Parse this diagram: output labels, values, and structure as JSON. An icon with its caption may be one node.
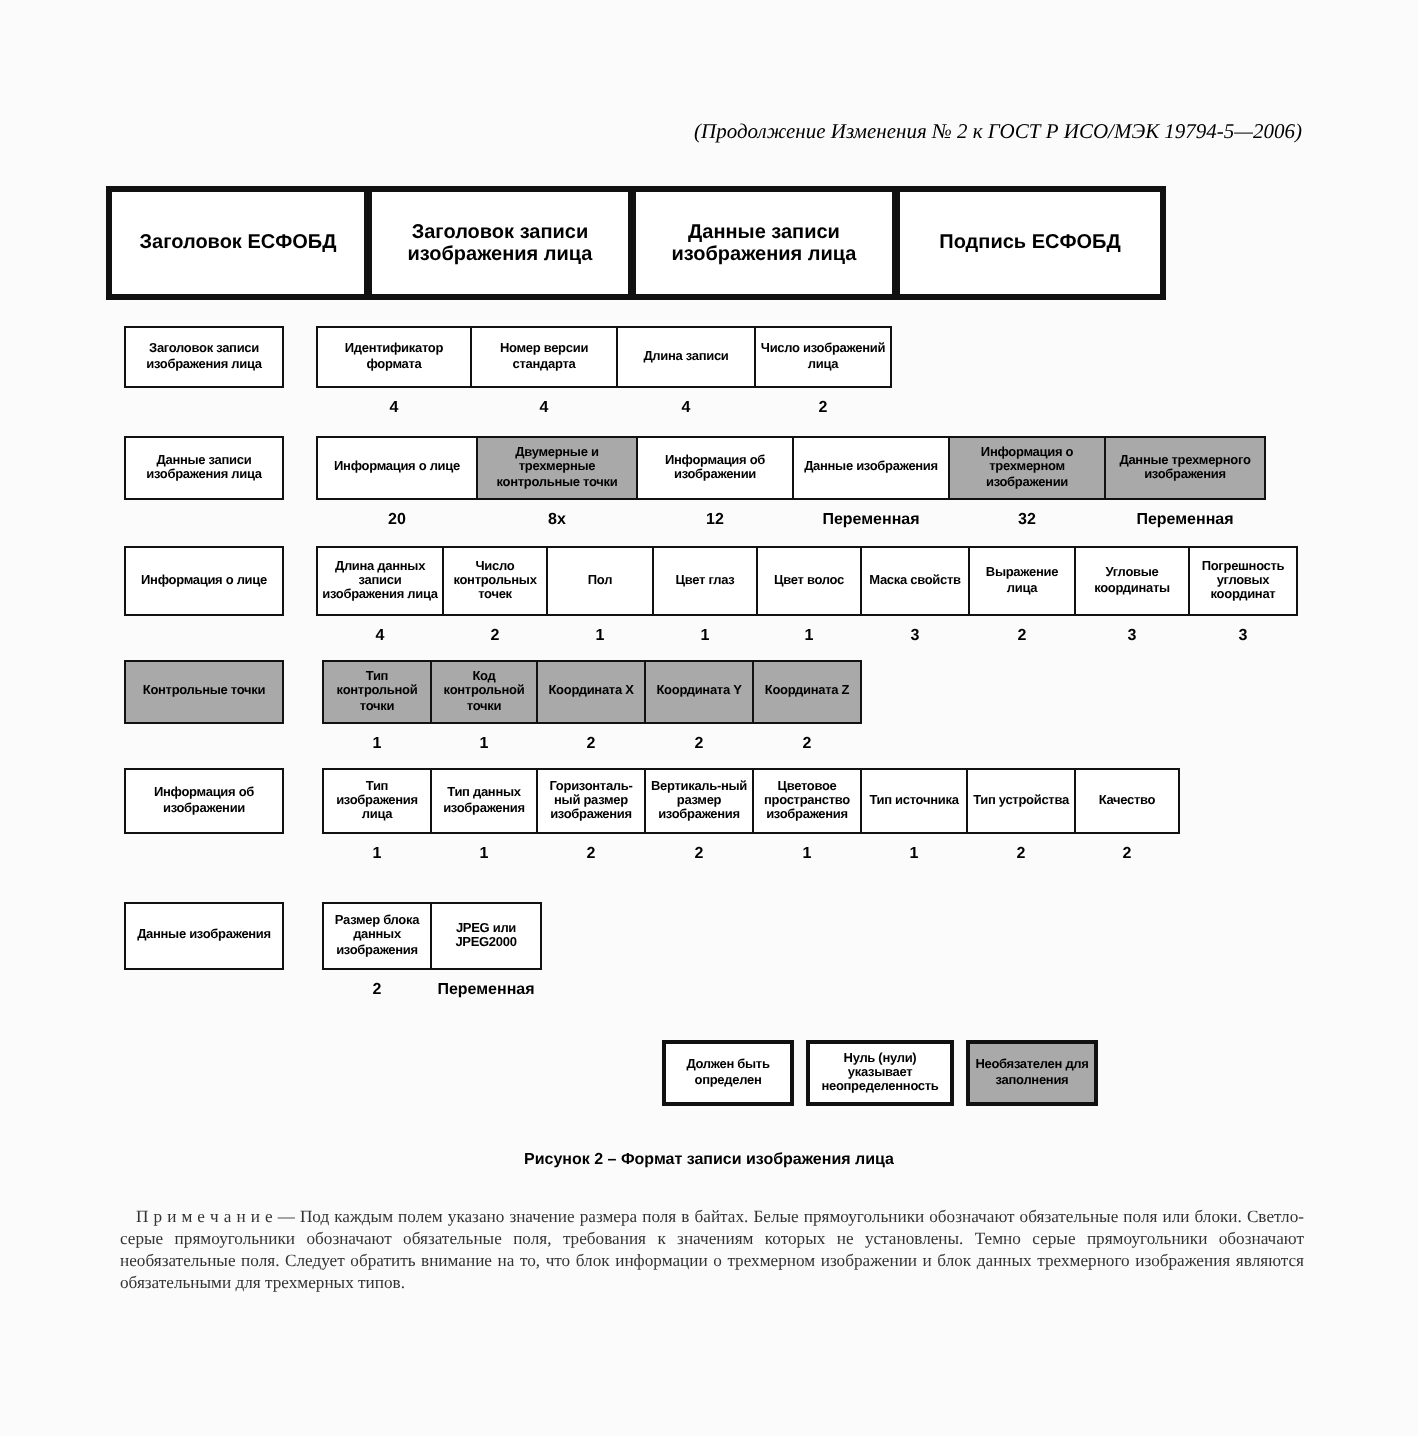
{
  "diagram": {
    "caption": "Рисунок 2 – Формат записи изображения лица",
    "nodes": [
      {
        "text": [
          "Заголовок ЕСФОБД"
        ]
      },
      {
        "text": [
          "Заголовок записи изображения лица"
        ]
      },
      {
        "text": [
          "Данные записи изображения лица"
        ]
      },
      {
        "text": [
          "Подпись ЕСФОБД"
        ]
      },
      {
        "text": [
          "Заголовок записи изображения лица"
        ]
      },
      {
        "text": [
          "Идентификатор формата"
        ],
        "beside": [
          "4"
        ]
      },
      {
        "text": [
          "Номер версии стандарта"
        ],
        "beside": [
          "4"
        ]
      },
      {
        "text": [
          "Длина записи"
        ],
        "beside": [
          "4"
        ]
      },
      {
        "text": [
          "Число изображений лица"
        ],
        "beside": [
          "2"
        ]
      },
      {
        "text": [
          "Данные записи изображения лица"
        ]
      },
      {
        "text": [
          "Информация о лице"
        ],
        "beside": [
          "20"
        ]
      },
      {
        "text": [
          "Двумерные и трехмерные контрольные точки"
        ],
        "beside": [
          "8x"
        ]
      },
      {
        "text": [
          "Информация об изображении"
        ],
        "beside": [
          "12"
        ]
      },
      {
        "text": [
          "Данные изображения"
        ],
        "beside": [
          "Переменная"
        ]
      },
      {
        "text": [
          "Информация о трехмерном изображении"
        ],
        "beside": [
          "32"
        ]
      },
      {
        "text": [
          "Данные трехмерного изображения"
        ],
        "beside": [
          "Переменная"
        ]
      },
      {
        "text": [
          "Информация о лице"
        ]
      },
      {
        "text": [
          "Длина данных записи изображения лица"
        ],
        "beside": [
          "4"
        ]
      },
      {
        "text": [
          "Число контрольных точек"
        ],
        "beside": [
          "2"
        ]
      },
      {
        "text": [
          "Пол"
        ],
        "beside": [
          "1"
        ]
      },
      {
        "text": [
          "Цвет глаз"
        ],
        "beside": [
          "1"
        ]
      },
      {
        "text": [
          "Цвет волос"
        ],
        "beside": [
          "1"
        ]
      },
      {
        "text": [
          "Маска свойств"
        ],
        "beside": [
          "3"
        ]
      },
      {
        "text": [
          "Выражение лица"
        ],
        "beside": [
          "2"
        ]
      },
      {
        "text": [
          "Угловые координаты"
        ],
        "beside": [
          "3"
        ]
      },
      {
        "text": [
          "Погрешность угловых координат"
        ],
        "beside": [
          "3"
        ]
      },
      {
        "text": [
          "Контрольные точки"
        ]
      },
      {
        "text": [
          "Тип контрольной точки"
        ],
        "beside": [
          "1"
        ]
      },
      {
        "text": [
          "Код контрольной точки"
        ],
        "beside": [
          "1"
        ]
      },
      {
        "text": [
          "Координата X"
        ],
        "beside": [
          "2"
        ]
      },
      {
        "text": [
          "Координата Y"
        ],
        "beside": [
          "2"
        ]
      },
      {
        "text": [
          "Координата Z"
        ],
        "beside": [
          "2"
        ]
      },
      {
        "text": [
          "Информация об изображении"
        ]
      },
      {
        "text": [
          "Тип изображения лица"
        ],
        "beside": [
          "1"
        ]
      },
      {
        "text": [
          "Тип данных изображения"
        ],
        "beside": [
          "1"
        ]
      },
      {
        "text": [
          "Горизонталь-ный размер изображения"
        ],
        "beside": [
          "2"
        ]
      },
      {
        "text": [
          "Вертикаль-ный размер изображения"
        ],
        "beside": [
          "2"
        ]
      },
      {
        "text": [
          "Цветовое пространство изображения"
        ],
        "beside": [
          "1"
        ]
      },
      {
        "text": [
          "Тип источника"
        ],
        "beside": [
          "1"
        ]
      },
      {
        "text": [
          "Тип устройства"
        ],
        "beside": [
          "2"
        ]
      },
      {
        "text": [
          "Качество"
        ],
        "beside": [
          "2"
        ]
      },
      {
        "text": [
          "Данные изображения"
        ]
      },
      {
        "text": [
          "Размер блока данных изображения"
        ],
        "beside": [
          "2"
        ]
      },
      {
        "text": [
          "JPEG или JPEG2000"
        ],
        "beside": [
          "Переменная"
        ]
      }
    ],
    "labels": [
      "(Продолжение Изменения № 2 к ГОСТ Р ИСО/МЭК 19794-5—2006)",
      "П р и м е ч а н и е — Под каждым полем указано значение размера поля в байтах. Белые прямоугольники обозначают обязательные поля или блоки. Светло-серые прямоугольники обозначают обязательные поля, требования к значениям которых не установлены. Темно серые прямоугольники обозначают необязательные поля. Следует обратить внимание на то, что блок информации о трехмерном изображении и блок данных трехмерного изображения являются обязательными для трехмерных типов."
    ],
    "legend": [
      {
        "text": "Должен быть определен",
        "color": "#ffffff"
      },
      {
        "text": "Нуль (нули) указывает неопределенность",
        "color": "#ffffff"
      },
      {
        "text": "Необязателен для заполнения",
        "color": "#a9a9a9"
      }
    ]
  }
}
